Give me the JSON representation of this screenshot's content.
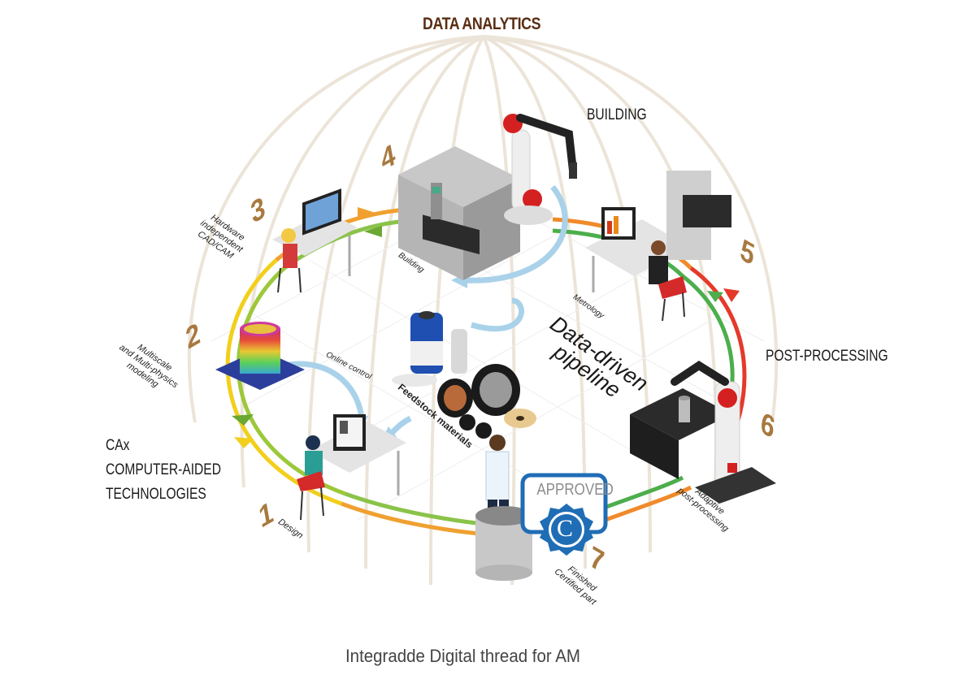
{
  "diagram": {
    "title": "DATA ANALYTICS",
    "caption": "Integradde Digital thread for AM",
    "sections": {
      "building": "BUILDING",
      "post_processing": "POST-PROCESSING",
      "cax_line1": "CAx",
      "cax_line2": "COMPUTER-AIDED",
      "cax_line3": "TECHNOLOGIES"
    },
    "center": {
      "pipeline_line1": "Data-driven",
      "pipeline_line2": "pipeline",
      "feedstock": "Feedstock materials",
      "online_control": "Online control",
      "building_machine": "Building",
      "metrology": "Metrology"
    },
    "steps": [
      {
        "number": "1",
        "label_line1": "Design",
        "label_line2": "",
        "label_line3": ""
      },
      {
        "number": "2",
        "label_line1": "Multiscale",
        "label_line2": "and Multi-physics",
        "label_line3": "modeling"
      },
      {
        "number": "3",
        "label_line1": "Hardware",
        "label_line2": "independent",
        "label_line3": "CAD/CAM"
      },
      {
        "number": "4",
        "label_line1": "",
        "label_line2": "",
        "label_line3": ""
      },
      {
        "number": "5",
        "label_line1": "",
        "label_line2": "",
        "label_line3": ""
      },
      {
        "number": "6",
        "label_line1": "Adaptive",
        "label_line2": "post-processing",
        "label_line3": ""
      },
      {
        "number": "7",
        "label_line1": "Finished",
        "label_line2": "Certified part",
        "label_line3": ""
      }
    ],
    "badge": {
      "text": "APPROVED",
      "symbol": "C"
    },
    "colors": {
      "title": "#5a2d12",
      "step_number": "#a8793f",
      "ring_yellow": "#f2cf1c",
      "ring_orange": "#f08a2a",
      "ring_green": "#4cae4c",
      "ring_red": "#e5392a",
      "ring_lime": "#9cc83a",
      "flow_arrow": "#a9d2ea",
      "meridian": "#ece4d8",
      "badge_blue": "#1f6db5"
    }
  }
}
